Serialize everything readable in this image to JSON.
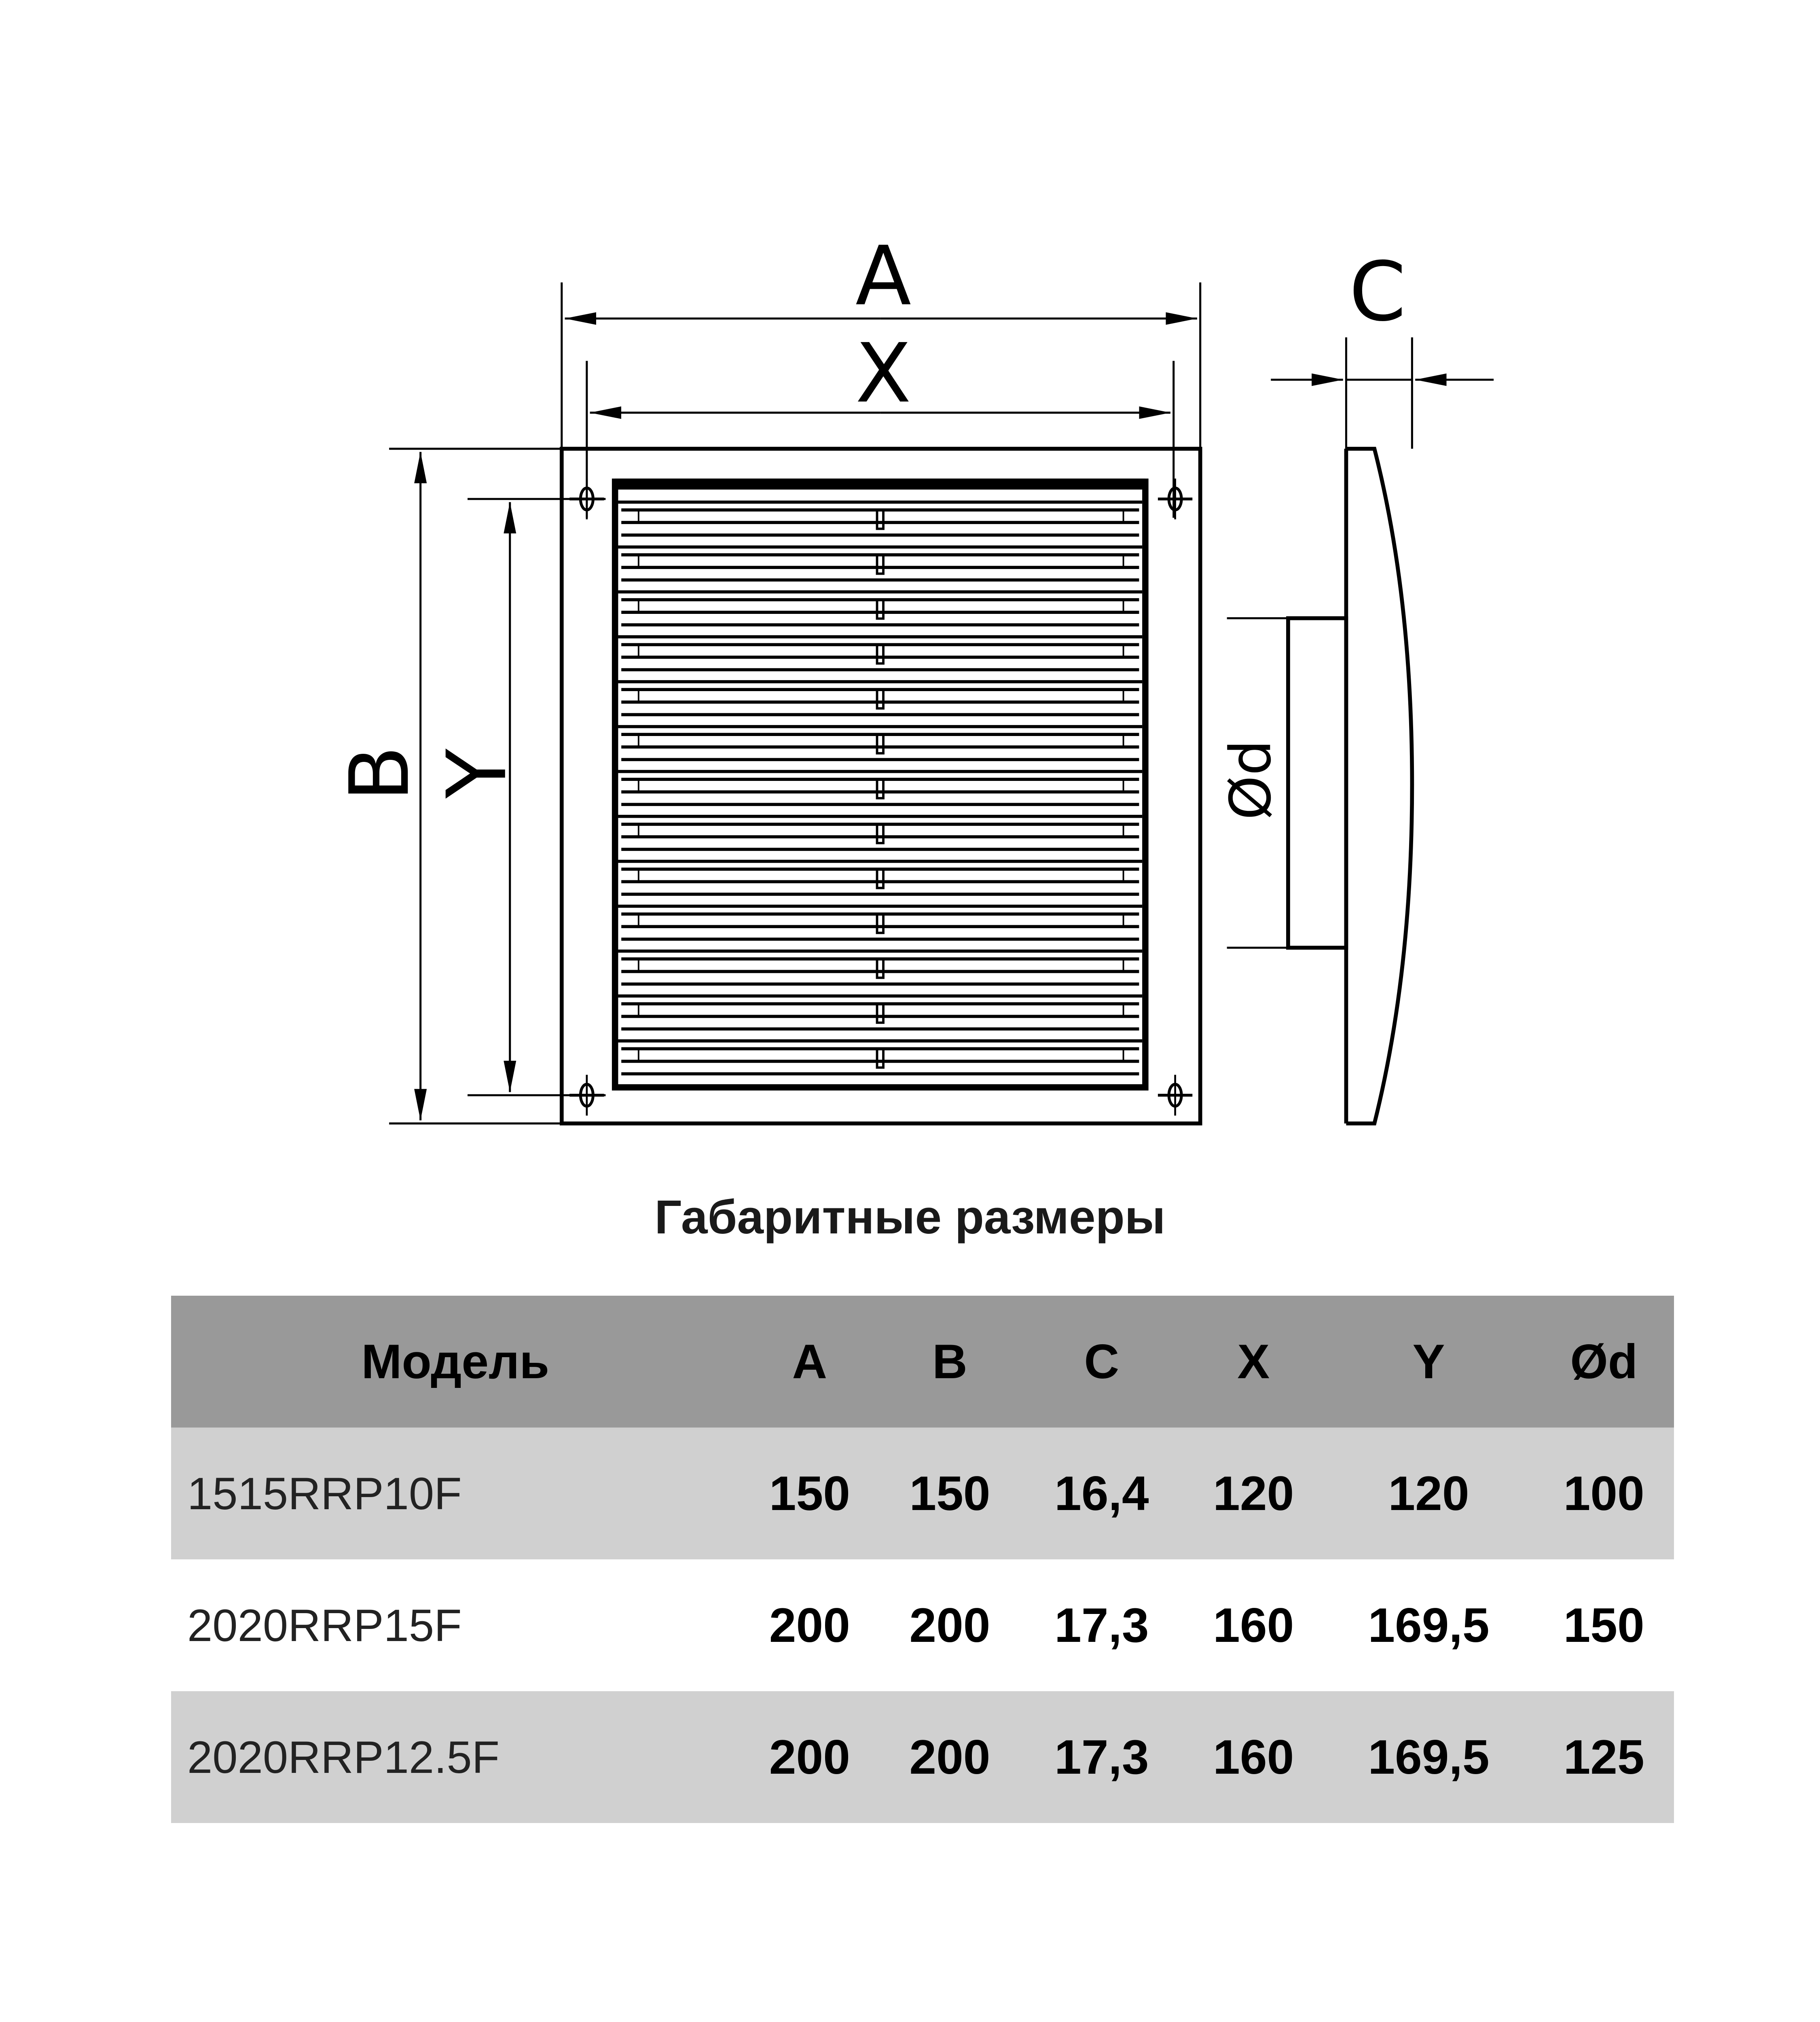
{
  "drawing": {
    "labels": {
      "A": "A",
      "X": "X",
      "B": "B",
      "Y": "Y",
      "C": "C",
      "d": "Ød"
    },
    "louver_count": 13
  },
  "title": "Габаритные размеры",
  "table": {
    "headers": [
      "Модель",
      "A",
      "B",
      "C",
      "X",
      "Y",
      "Ød"
    ],
    "rows": [
      [
        "1515RRP10F",
        "150",
        "150",
        "16,4",
        "120",
        "120",
        "100"
      ],
      [
        "2020RRP15F",
        "200",
        "200",
        "17,3",
        "160",
        "169,5",
        "150"
      ],
      [
        "2020RRP12.5F",
        "200",
        "200",
        "17,3",
        "160",
        "169,5",
        "125"
      ]
    ],
    "colors": {
      "header": "#999999",
      "stripe": "#d0d0d0"
    }
  }
}
